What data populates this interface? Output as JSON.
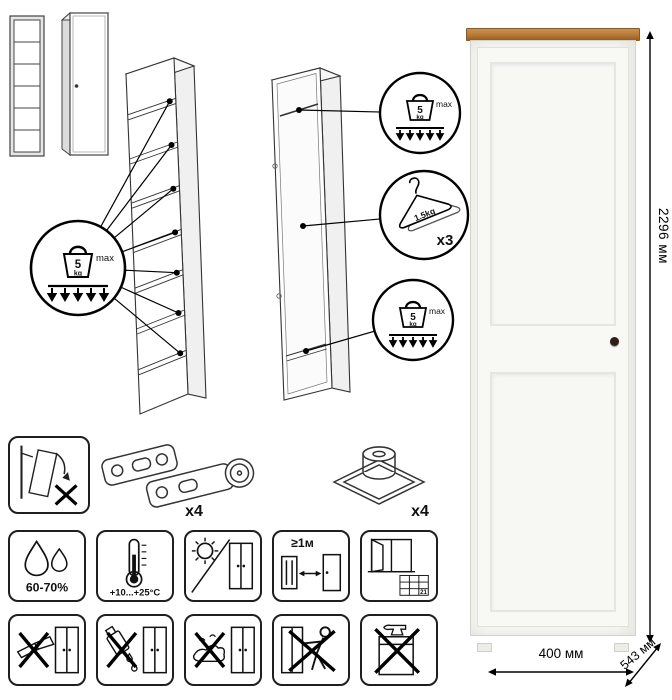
{
  "load_limits": {
    "shelf_weight": {
      "value": "5",
      "unit": "kg",
      "qualifier": "max"
    },
    "hanger": {
      "capacity": "1.5kg",
      "count": "x3"
    }
  },
  "hardware": {
    "hinge_count": "x4",
    "foot_count": "x4"
  },
  "environment": {
    "humidity": "60-70%",
    "temperature": "+10...+25°C",
    "heater_distance": "≥1м",
    "ventilation_day": "21"
  },
  "dimensions": {
    "height": "2296 мм",
    "width": "400 мм",
    "depth": "543 мм"
  },
  "colors": {
    "line": "#1a1a1a",
    "wardrobe_body": "#f6f6f3",
    "wardrobe_top": "#b5793c",
    "knob": "#2e2017"
  },
  "icons": [
    "anti-tip-warning-icon",
    "hinge-icon",
    "adjustable-foot-icon",
    "humidity-icon",
    "temperature-icon",
    "no-direct-sunlight-icon",
    "heater-distance-icon",
    "ventilation-icon",
    "no-sharp-tools-icon",
    "no-liquids-icon",
    "no-solvents-icon",
    "no-pushing-icon",
    "no-heavy-load-icon",
    "shelf-load-icon",
    "hanger-load-icon"
  ]
}
